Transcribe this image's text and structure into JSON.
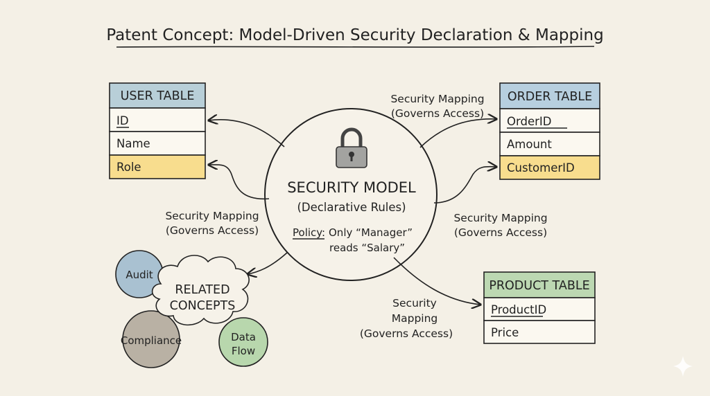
{
  "title": "Patent Concept: Model-Driven Security Declaration & Mapping",
  "colors": {
    "background": "#f4f0e6",
    "ink": "#222222",
    "user_header": "#b8cfd8",
    "order_header": "#b7cfdf",
    "product_header": "#bcd8b2",
    "highlight_row": "#f8dd8e",
    "audit_bubble": "#a9c1d1",
    "compliance_bubble": "#b9b1a4",
    "dataflow_bubble": "#b8d7ad"
  },
  "user_table": {
    "header": "USER TABLE",
    "fields": [
      "ID",
      "Name",
      "Role"
    ]
  },
  "order_table": {
    "header": "ORDER TABLE",
    "fields": [
      "OrderID",
      "Amount",
      "CustomerID"
    ]
  },
  "product_table": {
    "header": "PRODUCT TABLE",
    "fields": [
      "ProductID",
      "Price"
    ]
  },
  "security_model": {
    "icon": "padlock-icon",
    "title": "SECURITY MODEL",
    "subtitle": "(Declarative Rules)",
    "policy_label": "Policy:",
    "policy_text": "Only “Manager”",
    "policy_text2": "reads “Salary”"
  },
  "mappings": {
    "left": {
      "line1": "Security Mapping",
      "line2": "(Governs Access)"
    },
    "top_right": {
      "line1": "Security Mapping",
      "line2": "(Governs Access)"
    },
    "right": {
      "line1": "Security Mapping",
      "line2": "(Governs Access)"
    },
    "bottom_right": {
      "line1": "Security",
      "line2": "Mapping",
      "line3": "(Governs Access)"
    }
  },
  "related": {
    "title1": "RELATED",
    "title2": "CONCEPTS",
    "audit": "Audit",
    "compliance": "Compliance",
    "data_flow1": "Data",
    "data_flow2": "Flow"
  }
}
